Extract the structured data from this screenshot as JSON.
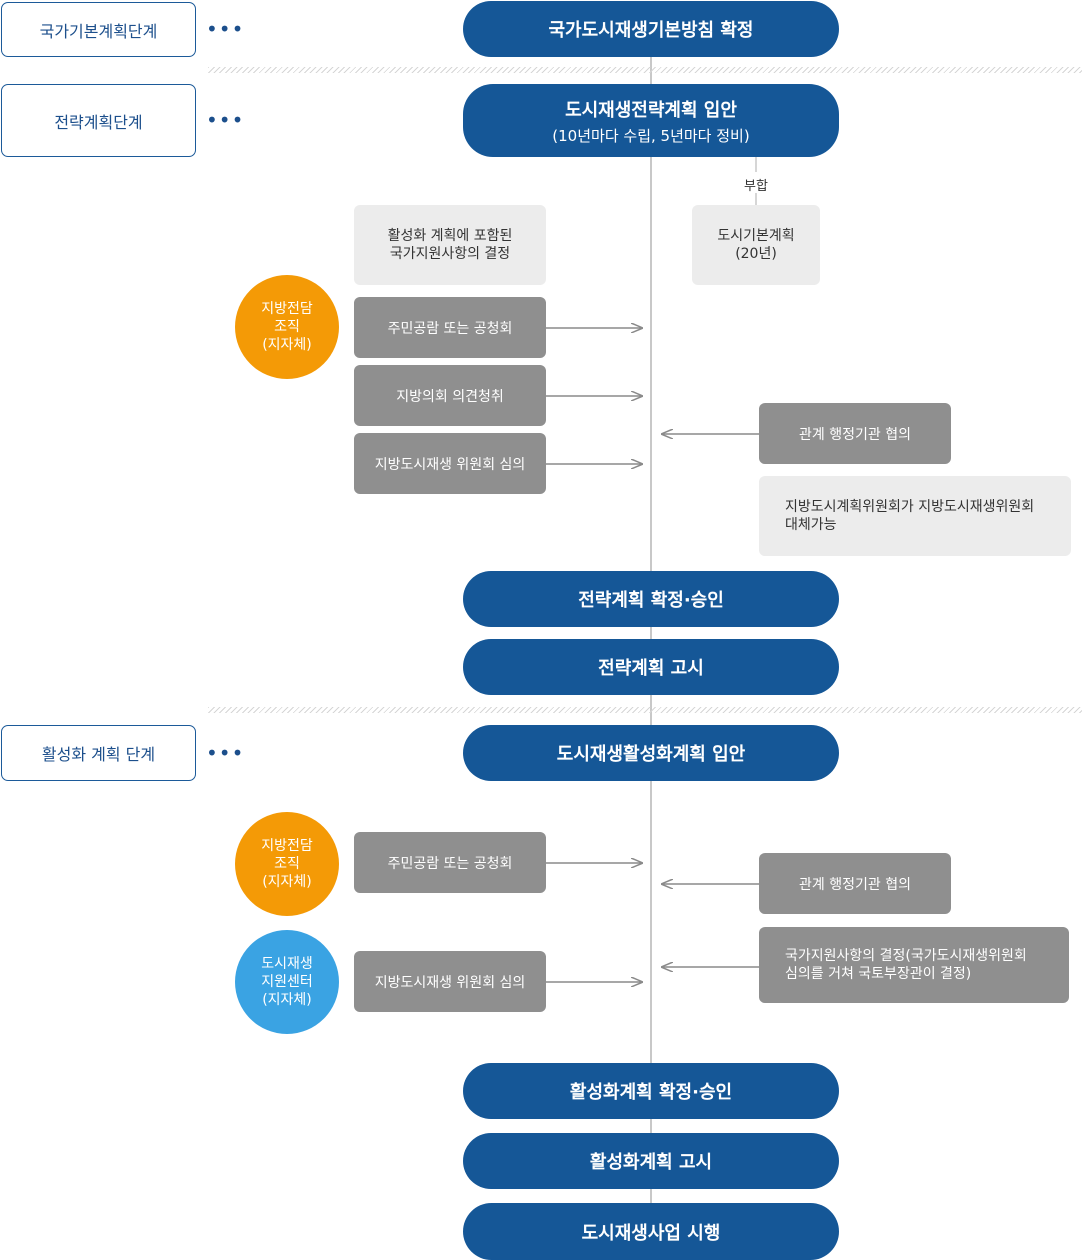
{
  "stages": {
    "national": "국가기본계획단계",
    "strategic": "전략계획단계",
    "activation": "활성화 계획 단계"
  },
  "dots": "•••",
  "pills": {
    "national_policy": "국가도시재생기본방침 확정",
    "strategic_draft": "도시재생전략계획 입안",
    "strategic_draft_sub": "(10년마다 수립, 5년마다 정비)",
    "strategic_confirm": "전략계획 확정·승인",
    "strategic_notice": "전략계획 고시",
    "activation_draft": "도시재생활성화계획 입안",
    "activation_confirm": "활성화계획 확정·승인",
    "activation_notice": "활성화계획 고시",
    "project_execute": "도시재생사업 시행"
  },
  "strategic_section": {
    "conform_label": "부합",
    "activation_decision": [
      "활성화 계획에 포함된",
      "국가지원사항의 결정"
    ],
    "city_basic_plan": [
      "도시기본계획",
      "(20년)"
    ],
    "local_org": [
      "지방전담",
      "조직",
      "(지자체)"
    ],
    "public_hearing": "주민공람 또는 공청회",
    "council_opinion": "지방의회 의견청취",
    "committee_review": "지방도시재생 위원회 심의",
    "agency_consult": "관계 행정기관 협의",
    "replace_note": [
      "지방도시계획위원회가 지방도시재생위원회",
      "대체가능"
    ]
  },
  "activation_section": {
    "local_org": [
      "지방전담",
      "조직",
      "(지자체)"
    ],
    "support_center": [
      "도시재생",
      "지원센터",
      "(지자체)"
    ],
    "public_hearing": "주민공람 또는 공청회",
    "committee_review": "지방도시재생 위원회 심의",
    "agency_consult": "관계 행정기관 협의",
    "national_support": [
      "국가지원사항의 결정(국가도시재생위원회",
      "심의를 거쳐 국토부장관이 결정)"
    ]
  },
  "colors": {
    "pill": "#155797",
    "stage_border": "#1c5a99",
    "grey_box": "#8f8f8f",
    "light_box": "#ececec",
    "orange": "#f49a06",
    "blue": "#3aa3e3",
    "line": "#c8c8c8",
    "arrow": "#8a8a8a"
  }
}
